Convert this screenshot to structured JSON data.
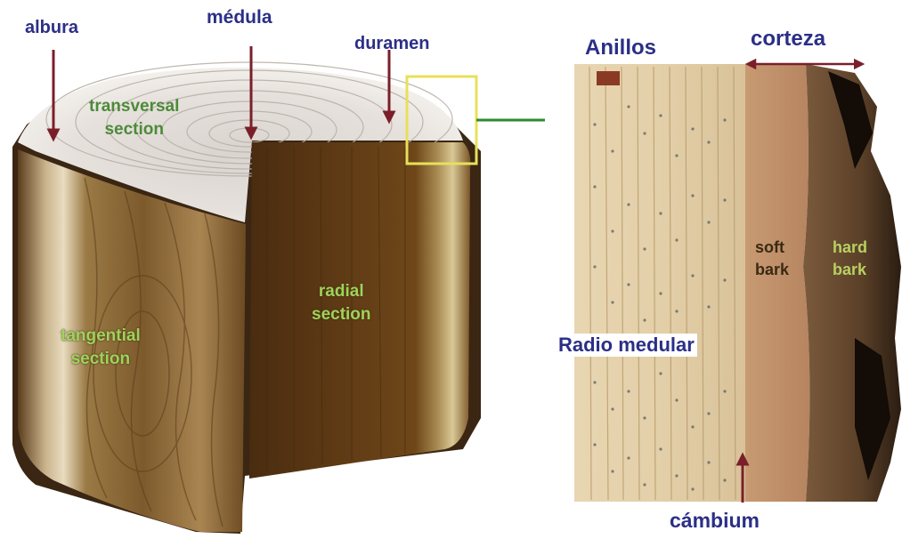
{
  "title_labels": {
    "albura": "albura",
    "medula": "médula",
    "duramen": "duramen",
    "anillos": "Anillos",
    "corteza": "corteza",
    "radio_medular": "Radio medular",
    "cambium": "cámbium"
  },
  "section_labels": {
    "transversal_line1": "transversal",
    "transversal_line2": "section",
    "tangential_line1": "tangential",
    "tangential_line2": "section",
    "radial_line1": "radial",
    "radial_line2": "section"
  },
  "bark_labels": {
    "soft_line1": "soft",
    "soft_line2": "bark",
    "hard_line1": "hard",
    "hard_line2": "bark"
  },
  "colors": {
    "label_text": "#2b2f86",
    "arrow": "#7a1f2a",
    "section_text": "#9fd35a",
    "highlight_box": "#e8e05a",
    "connector": "#2f8a2f"
  }
}
